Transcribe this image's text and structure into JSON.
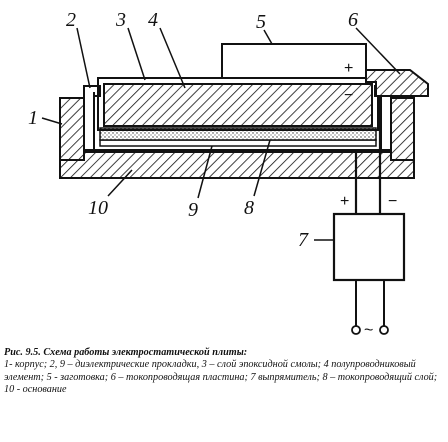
{
  "figure": {
    "callouts": [
      "1",
      "2",
      "3",
      "4",
      "5",
      "6",
      "7",
      "8",
      "9",
      "10"
    ],
    "polarity": {
      "workpiece": "+",
      "plate": "−",
      "rectifier_plus": "+",
      "rectifier_minus": "−",
      "ac_input": "~"
    }
  },
  "caption": {
    "title": "Рис. 9.5. Схема работы электростатической плиты:",
    "legend": "1- корпус; 2, 9 – диэлектрические прокладки, 3 – слой эпоксидной смолы; 4 полупроводниковый элемент; 5 - заготовка; 6 – токопроводящая пластина; 7 выпрямитель; 8 – токопроводящий слой; 10 - основание"
  }
}
